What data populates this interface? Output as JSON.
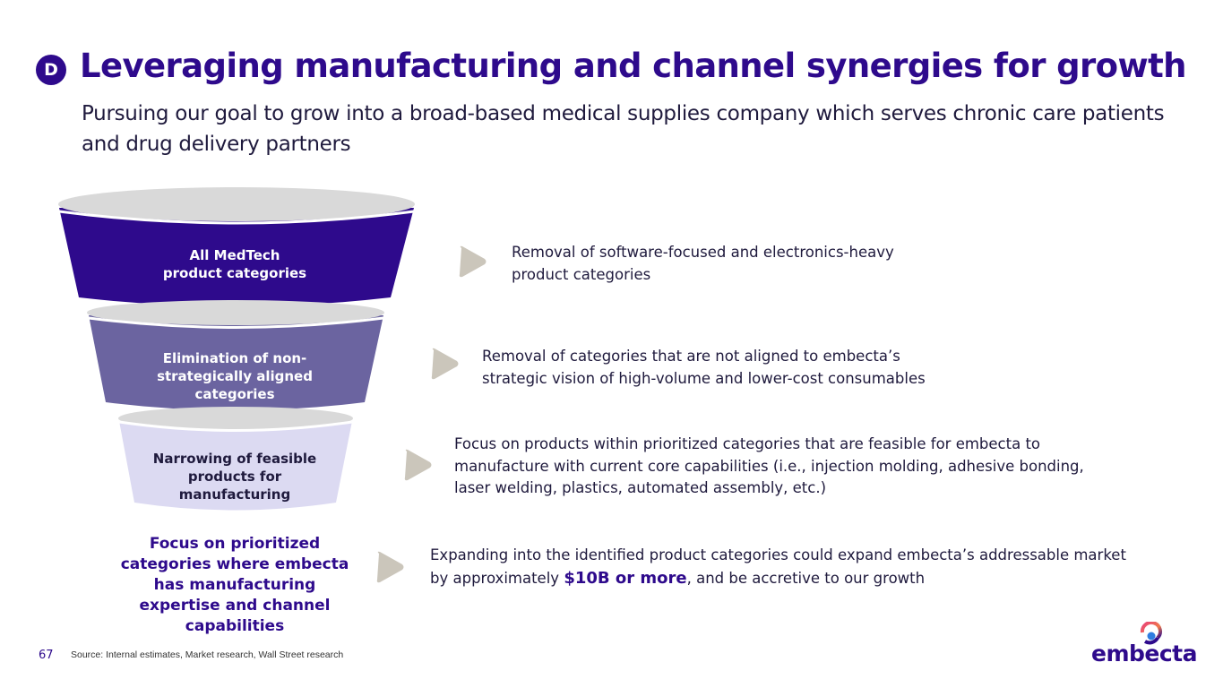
{
  "header": {
    "section_badge": "D",
    "title": "Leveraging manufacturing and channel synergies for growth",
    "subtitle": "Pursuing our goal to grow into a broad-based medical supplies company which serves chronic care patients and drug delivery partners"
  },
  "funnel": {
    "stages": [
      {
        "label_line1": "All MedTech",
        "label_line2": "product categories",
        "color": "#2e0a8c",
        "text_color": "#ffffff"
      },
      {
        "label_line1": "Elimination of non-",
        "label_line2": "strategically aligned",
        "label_line3": "categories",
        "color": "#6b64a0",
        "text_color": "#ffffff"
      },
      {
        "label_line1": "Narrowing of feasible",
        "label_line2": "products for",
        "label_line3": "manufacturing",
        "color": "#dcdaf2",
        "text_color": "#1f1a3d"
      }
    ],
    "result": {
      "lines": [
        "Focus on prioritized",
        "categories where embecta",
        "has manufacturing",
        "expertise and channel",
        "capabilities"
      ],
      "color": "#2e0a8c"
    },
    "rim_color": "#d9d9d9"
  },
  "descriptions": [
    {
      "line1": "Removal of software-focused and electronics-heavy",
      "line2": "product categories"
    },
    {
      "line1": "Removal of categories that are not aligned to embecta’s",
      "line2": "strategic vision of high-volume and lower-cost consumables"
    },
    {
      "line1": "Focus on products within prioritized categories that are feasible for embecta to",
      "line2": "manufacture with current core capabilities (i.e., injection molding, adhesive bonding,",
      "line3": "laser welding, plastics, automated assembly, etc.)"
    },
    {
      "line1": "Expanding into the identified product categories could expand embecta’s addressable market",
      "line2_prefix": "by approximately ",
      "line2_highlight": "$10B or more",
      "line2_suffix": ", and be accretive to our growth"
    }
  ],
  "arrow_color": "#cbc6bb",
  "footer": {
    "page_number": "67",
    "source": "Source: Internal estimates, Market research, Wall Street research"
  },
  "logo": {
    "text": "embecta",
    "trademark": "™"
  },
  "colors": {
    "brand_primary": "#2e0a8c",
    "brand_secondary": "#6b64a0",
    "brand_light": "#dcdaf2"
  }
}
